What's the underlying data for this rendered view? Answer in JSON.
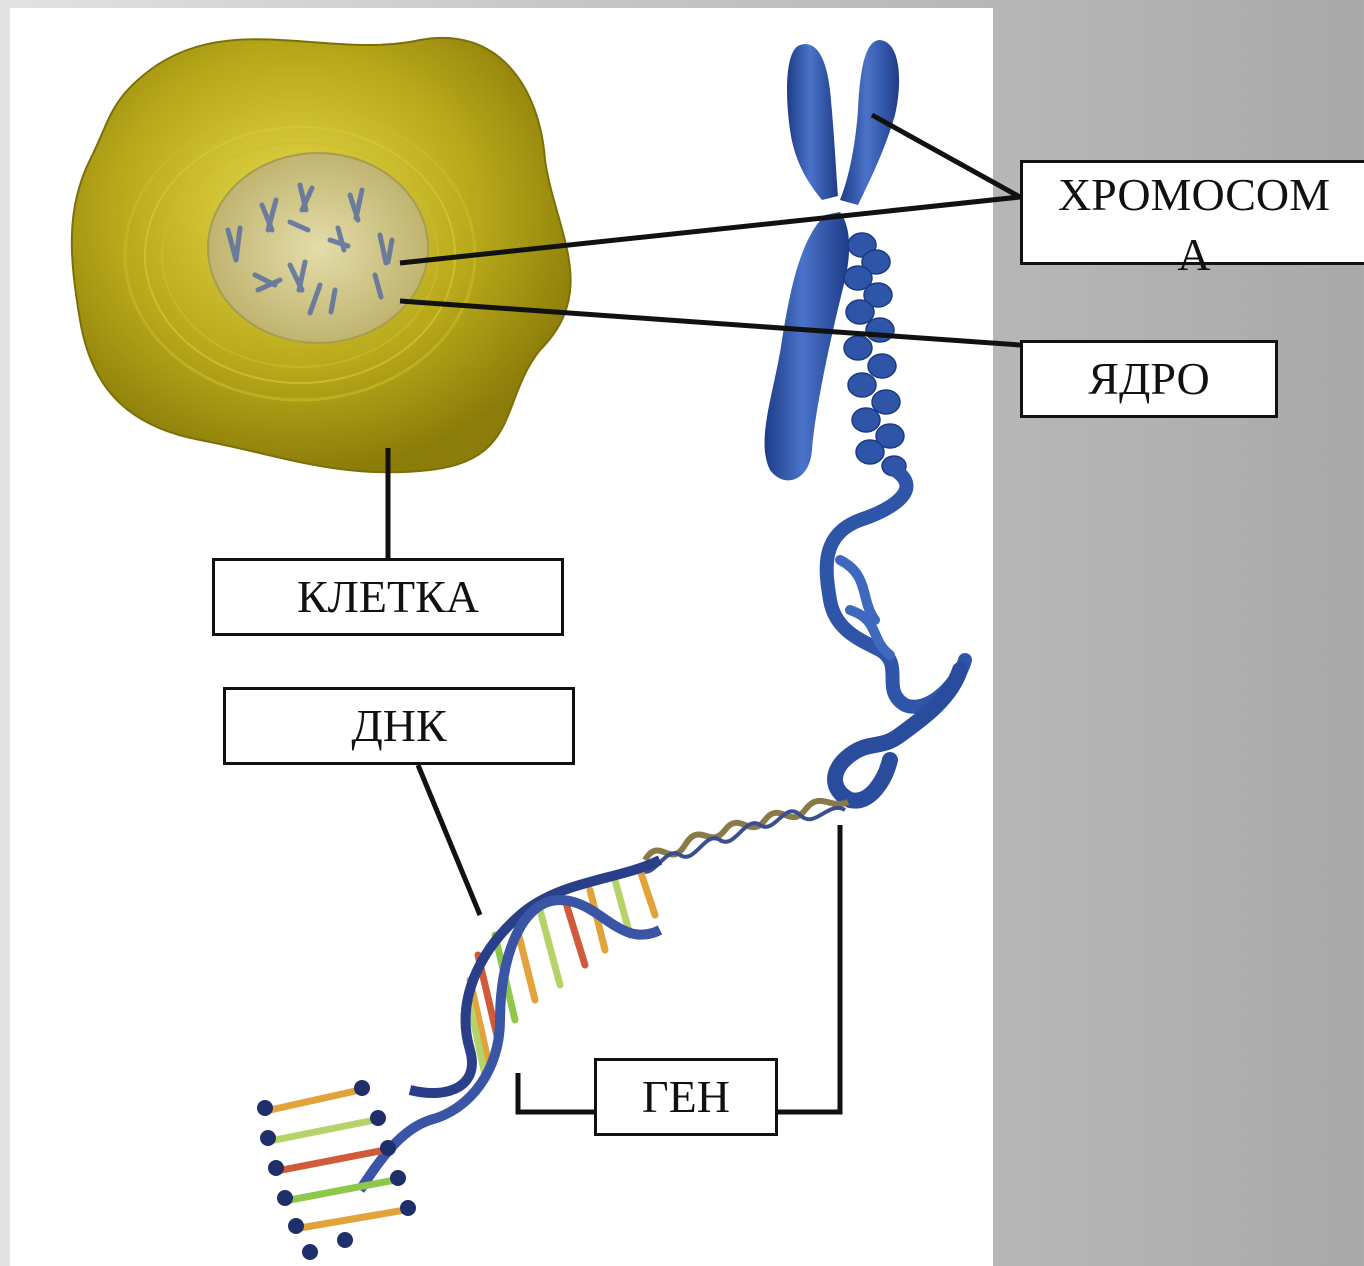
{
  "labels": {
    "chromosome": "ХРОМОСОМА",
    "nucleus": "ЯДРО",
    "cell": "КЛЕТКА",
    "dna": "ДНК",
    "gene": "ГЕН"
  },
  "colors": {
    "cell": "#a89a10",
    "cell_light": "#d8cc3a",
    "nucleus": "#cfc78a",
    "chromosome": "#2f55a8",
    "chromosome_dark": "#1c3a80",
    "dna_backbone": "#2a3f8a",
    "leader_line": "#111111",
    "panel_bg": "#ffffff"
  }
}
